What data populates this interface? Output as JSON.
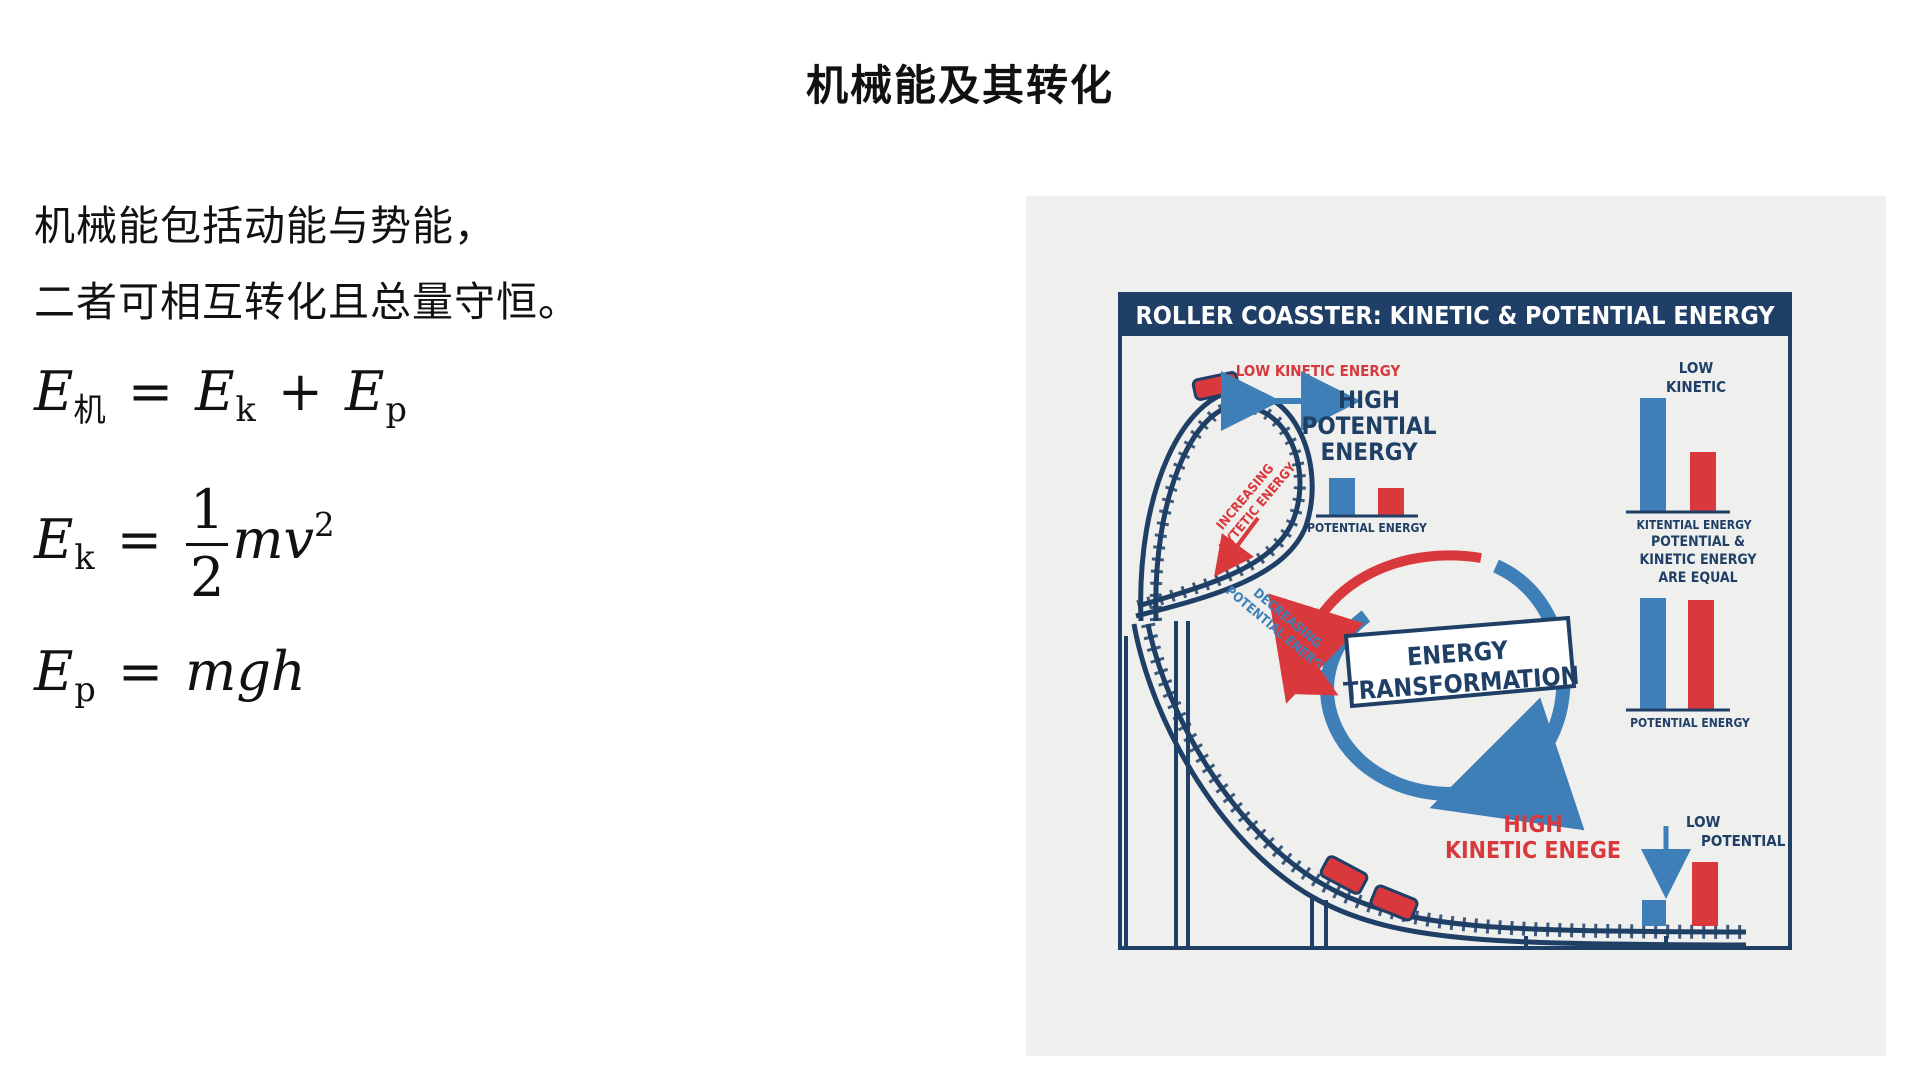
{
  "slide": {
    "title": "机械能及其转化",
    "paragraph_lines": [
      "机械能包括动能与势能，",
      "二者可相互转化且总量守恒。"
    ]
  },
  "formulas": {
    "mechanical": {
      "lhs_var": "E",
      "lhs_sub": "机",
      "op1": "=",
      "t1_var": "E",
      "t1_sub": "k",
      "op2": "+",
      "t2_var": "E",
      "t2_sub": "p"
    },
    "kinetic": {
      "lhs_var": "E",
      "lhs_sub": "k",
      "op": "=",
      "numerator": "1",
      "denominator": "2",
      "rhs": "mv",
      "exponent": "2"
    },
    "potential": {
      "lhs_var": "E",
      "lhs_sub": "p",
      "op": "=",
      "rhs": "mgh"
    }
  },
  "illustration": {
    "banner_title": "ROLLER COASSTER: KINETIC & POTENTIAL ENERGY",
    "label_low_kinetic_top": "LOW KINETIC ENERGY",
    "label_high_potential": [
      "HIGH",
      "POTENTIAL",
      "ENERGY"
    ],
    "caption_potential_1": "POTENTIAL ENERGY",
    "label_low_kinetic_right": [
      "LOW",
      "KINETIC"
    ],
    "caption_kitential": "KITENTIAL ENERGY",
    "label_increasing": [
      "INCREASING",
      "KYTETIC ENERGY"
    ],
    "label_decreasing": [
      "DECREASING",
      "POTENTIAL ENERGY"
    ],
    "center_banner": [
      "ENERGY",
      "TRANSFORMATION"
    ],
    "label_equal": [
      "POTENTIAL &",
      "KINETIC ENERGY",
      "ARE EQUAL"
    ],
    "caption_potential_2": "POTENTIAL ENERGY",
    "label_high_kinetic": [
      "HIGH",
      "KINETIC ENEGE"
    ],
    "label_low_potential": [
      "LOW",
      "POTENTIAL"
    ],
    "colors": {
      "navy": "#1f3f66",
      "blue": "#3f7fb8",
      "red": "#d9393c",
      "paper": "#efefee"
    }
  }
}
